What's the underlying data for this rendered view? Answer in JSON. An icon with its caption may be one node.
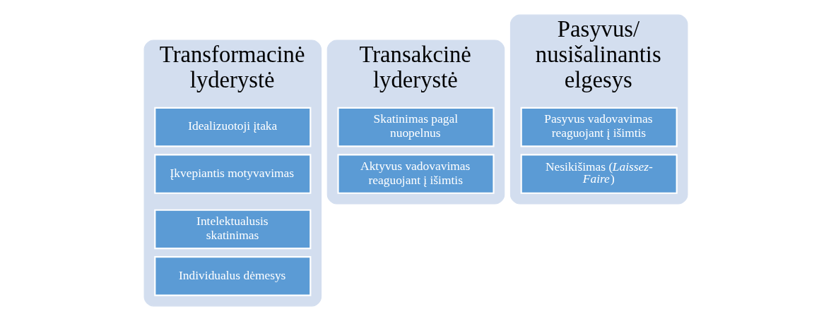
{
  "diagram": {
    "nodes": [
      {
        "text": [
          "Transformacinė lyderystė"
        ]
      },
      {
        "text": [
          "Idealizuotoji įtaka"
        ],
        "in": 0
      },
      {
        "text": [
          "Įkvepiantis motyvavimas"
        ],
        "in": 0
      },
      {
        "text": [
          "Intelektualusis skatinimas"
        ],
        "in": 0
      },
      {
        "text": [
          "Individualus dėmesys"
        ],
        "in": 0
      },
      {
        "text": [
          "Transakcinė lyderystė"
        ]
      },
      {
        "text": [
          "Skatinimas pagal nuopelnus"
        ],
        "in": 5
      },
      {
        "text": [
          "Aktyvus vadovavimas reaguojant į išimtis"
        ],
        "in": 5
      },
      {
        "text": [
          "Pasyvus/ nusišalinantis elgesys"
        ]
      },
      {
        "text": [
          "Pasyvus vadovavimas reaguojant į išimtis"
        ],
        "in": 8
      },
      {
        "text": [
          "Nesikišimas (*Laissez-Faire*)"
        ],
        "in": 8
      }
    ]
  }
}
